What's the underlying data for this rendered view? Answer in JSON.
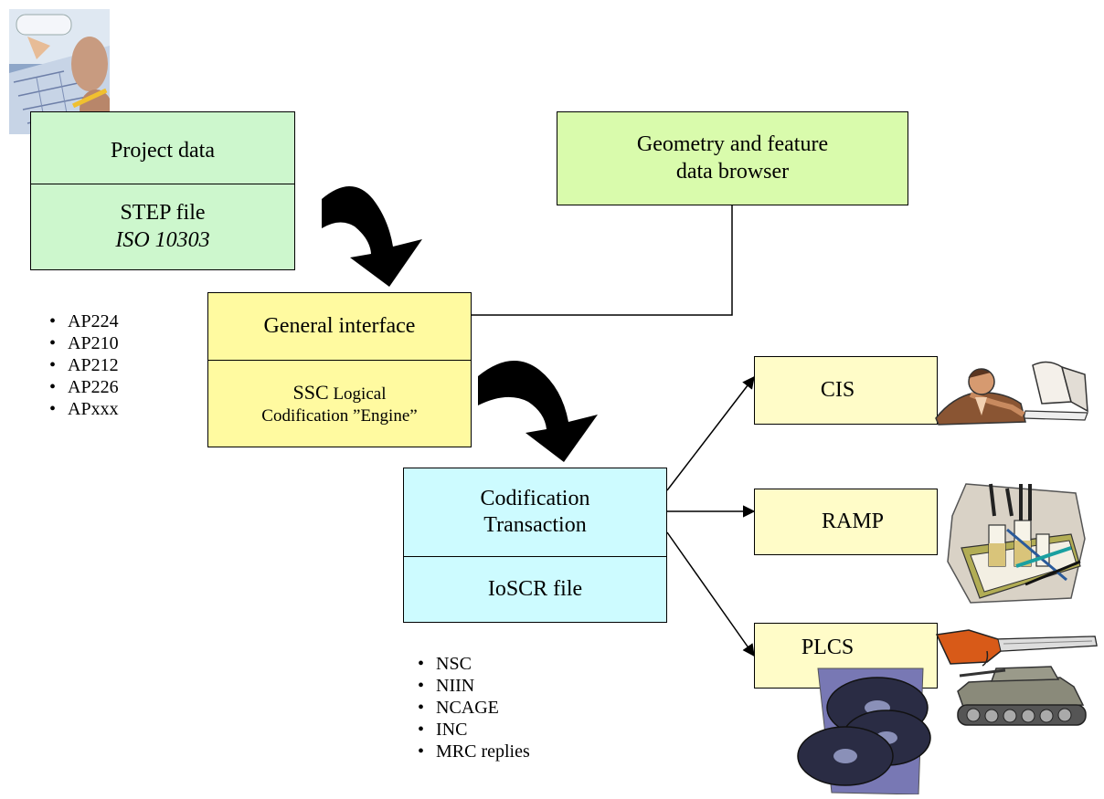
{
  "project_box": {
    "top_label": "Project data",
    "bottom_line1": "STEP file",
    "bottom_line2": "ISO 10303"
  },
  "geometry_box": {
    "line1": "Geometry and feature",
    "line2": "data browser"
  },
  "interface_box": {
    "top_label": "General interface",
    "bottom_prefix": "SSC",
    "bottom_rest": " Logical",
    "bottom_line2": "Codification ”Engine”"
  },
  "transaction_box": {
    "line1": "Codification",
    "line2": "Transaction",
    "bottom_label": "IoSCR file"
  },
  "ap_list": [
    "AP224",
    "AP210",
    "AP212",
    "AP226",
    "APxxx"
  ],
  "code_list": [
    "NSC",
    "NIIN",
    "NCAGE",
    "INC",
    "MRC replies"
  ],
  "targets": [
    {
      "label": "CIS"
    },
    {
      "label": "RAMP"
    },
    {
      "label": "PLCS"
    }
  ],
  "colors": {
    "project_green": "#cdf7cd",
    "geometry_green": "#d9fbac",
    "interface_yellow": "#fffaa0",
    "transaction_cyan": "#cdfbff",
    "target_pale": "#fffcc8"
  },
  "icons": [
    "blueprint-photo-icon",
    "office-worker-icon",
    "laboratory-icon",
    "rifle-icon",
    "tank-icon",
    "discs-icon"
  ]
}
